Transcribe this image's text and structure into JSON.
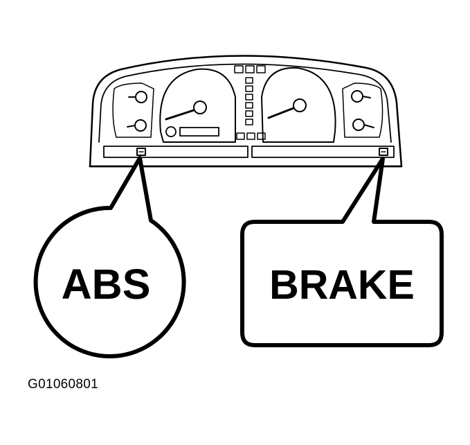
{
  "callouts": {
    "abs_label": "ABS",
    "brake_label": "BRAKE"
  },
  "figure_id": "G01060801"
}
